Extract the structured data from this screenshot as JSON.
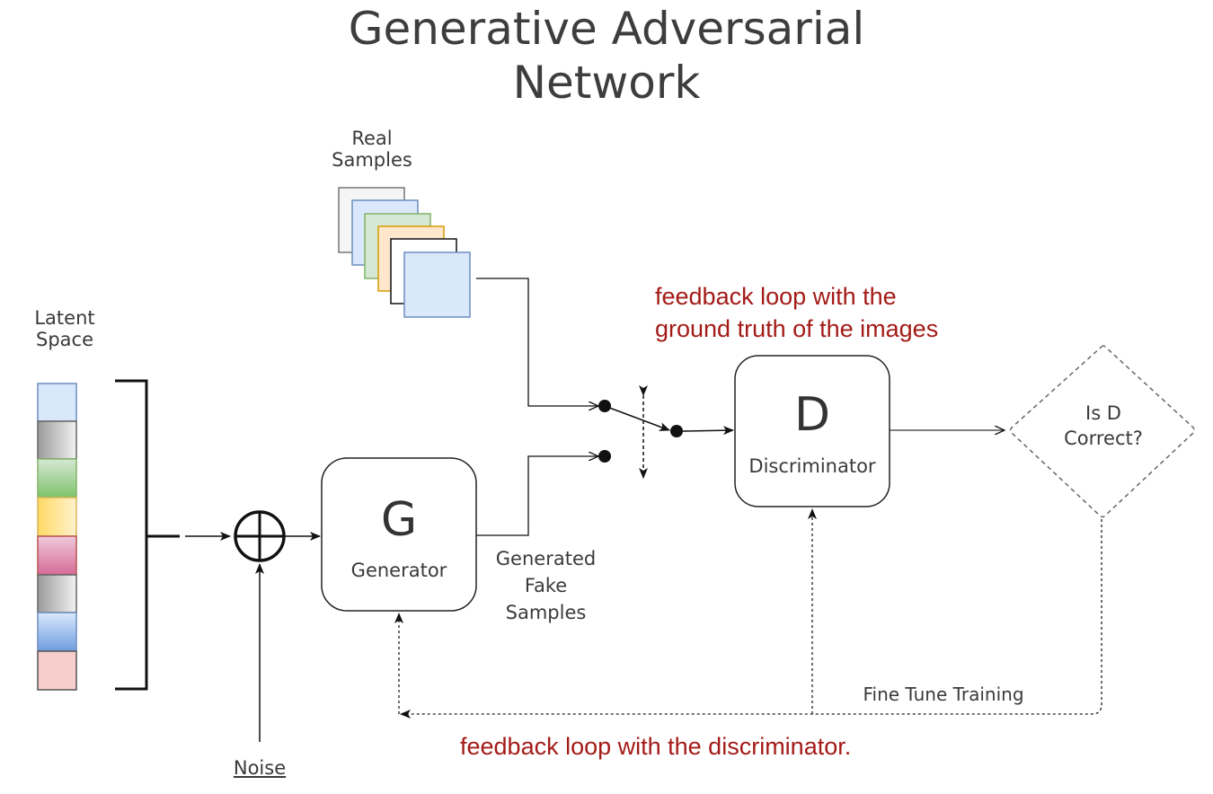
{
  "title_line1": "Generative Adversarial",
  "title_line2": "Network",
  "latent_space": {
    "label_line1": "Latent",
    "label_line2": "Space",
    "cells": [
      {
        "name": "light-blue",
        "color": "#dae8fc",
        "border": "#6c8ebf"
      },
      {
        "name": "gray",
        "color": "#d0d0d0",
        "border": "#666666"
      },
      {
        "name": "green",
        "color": "#a9d18e",
        "border": "#82b366"
      },
      {
        "name": "yellow",
        "color": "#ffd966",
        "border": "#d6b656"
      },
      {
        "name": "pink",
        "color": "#e6a0c0",
        "border": "#b85450"
      },
      {
        "name": "gray-2",
        "color": "#d0d0d0",
        "border": "#666666"
      },
      {
        "name": "blue",
        "color": "#a9c4eb",
        "border": "#6c8ebf"
      },
      {
        "name": "light-red",
        "color": "#f8cecc",
        "border": "#666666"
      }
    ]
  },
  "real_samples": {
    "label_line1": "Real",
    "label_line2": "Samples"
  },
  "noise_label": "Noise",
  "generator": {
    "letter": "G",
    "label": "Generator"
  },
  "generated_label": {
    "line1": "Generated",
    "line2": "Fake",
    "line3": "Samples"
  },
  "discriminator": {
    "letter": "D",
    "label": "Discriminator"
  },
  "decision": {
    "line1": "Is D",
    "line2": "Correct?"
  },
  "fine_tune_label": "Fine Tune Training",
  "annotations": {
    "top_line1": "feedback loop with the",
    "top_line2": "ground truth of the images",
    "bottom": "feedback loop with the discriminator."
  },
  "colors": {
    "annotation_red": "#a31b17",
    "text_gray": "#3a3a3a"
  }
}
